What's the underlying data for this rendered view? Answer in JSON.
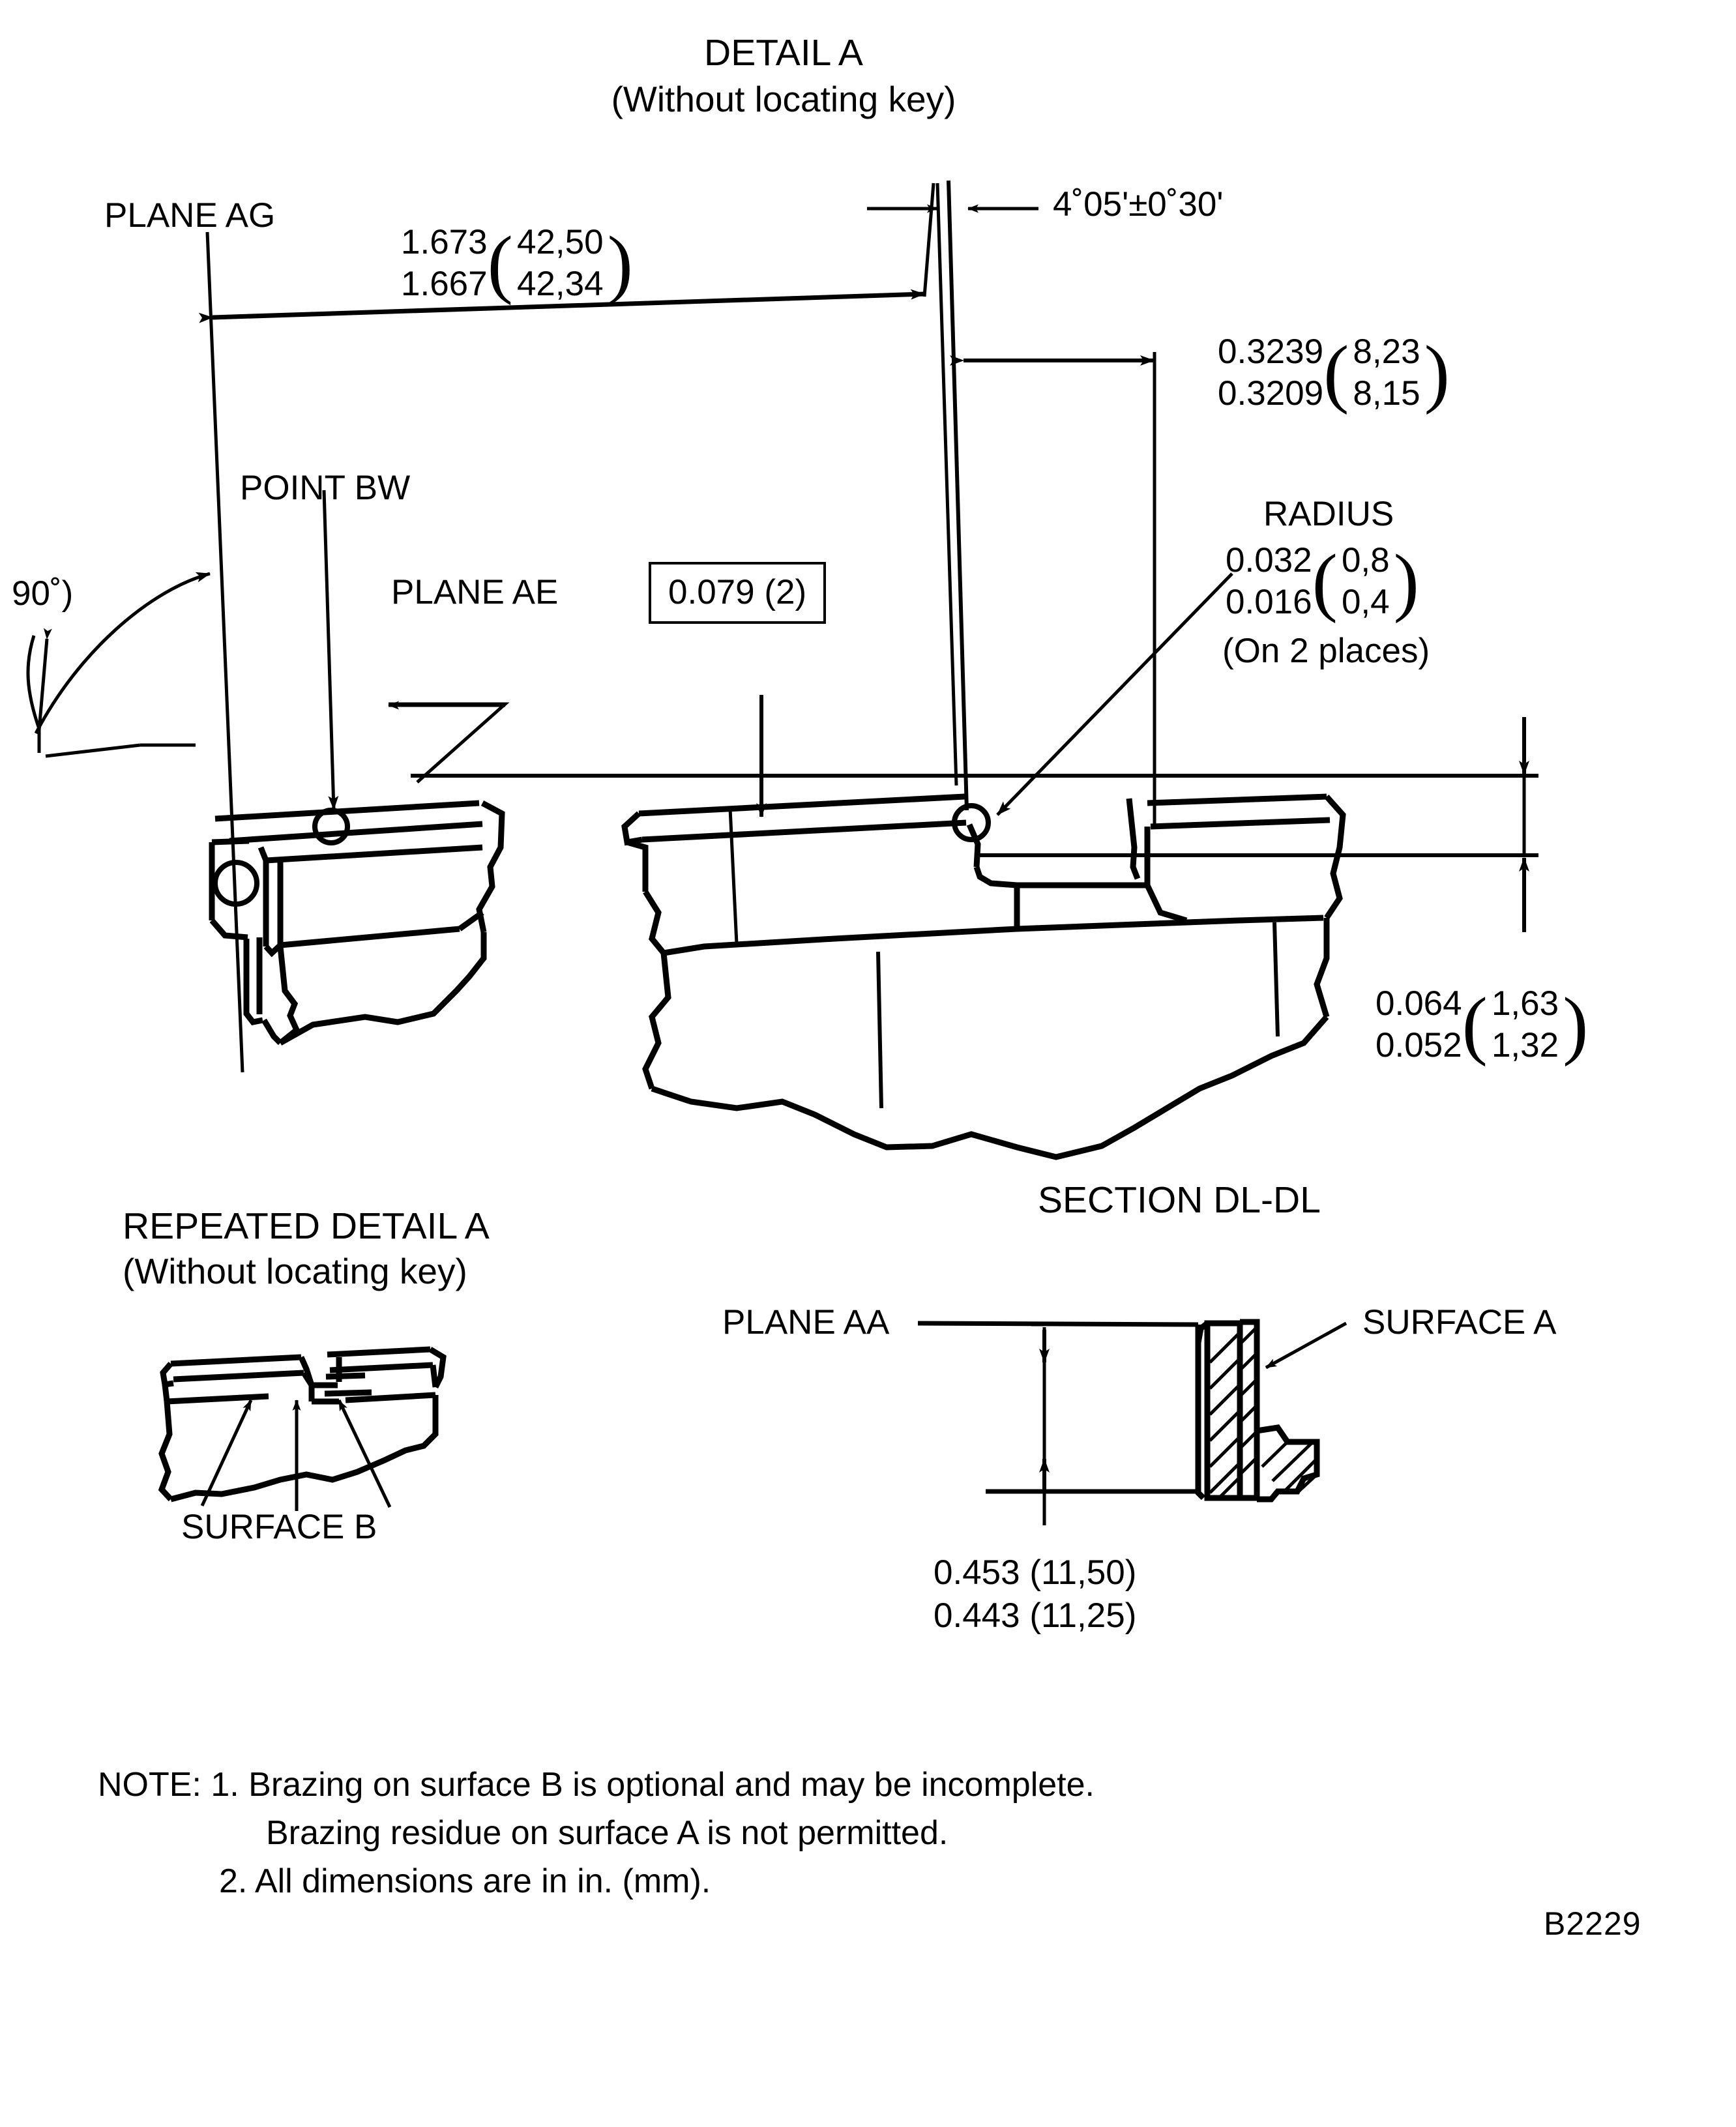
{
  "sheet": {
    "figure_id": "B2229"
  },
  "detail_a": {
    "title": "DETAIL A",
    "subtitle": "(Without locating key)",
    "labels": {
      "plane_ag": "PLANE AG",
      "point_bw": "POINT BW",
      "plane_ae": "PLANE AE",
      "angle_90": "90˚)",
      "angle_taper": "4˚05'±0˚30'",
      "radius_title": "RADIUS",
      "radius_note": "(On 2 places)"
    },
    "dims": {
      "width_in_upper": "1.673",
      "width_in_lower": "1.667",
      "width_mm_upper": "42,50",
      "width_mm_lower": "42,34",
      "slot_in_upper": "0.3239",
      "slot_in_lower": "0.3209",
      "slot_mm_upper": "8,23",
      "slot_mm_lower": "8,15",
      "radius_in_upper": "0.032",
      "radius_in_lower": "0.016",
      "radius_mm_upper": "0,8",
      "radius_mm_lower": "0,4",
      "flat_boxed": "0.079 (2)",
      "height_in_upper": "0.064",
      "height_in_lower": "0.052",
      "height_mm_upper": "1,63",
      "height_mm_lower": "1,32"
    }
  },
  "repeated_detail": {
    "title": "REPEATED DETAIL A",
    "subtitle": "(Without locating key)",
    "surface_b": "SURFACE B"
  },
  "section_dldl": {
    "title": "SECTION DL-DL",
    "plane_aa": "PLANE AA",
    "surface_a": "SURFACE A",
    "dim_upper": "0.453 (11,50)",
    "dim_lower": "0.443 (11,25)"
  },
  "notes": {
    "line1": "NOTE: 1. Brazing on surface B is optional and may be incomplete.",
    "line2": "Brazing residue on surface A is not permitted.",
    "line3": "2. All dimensions are in in. (mm)."
  },
  "colors": {
    "ink": "#000000",
    "paper": "#ffffff"
  }
}
